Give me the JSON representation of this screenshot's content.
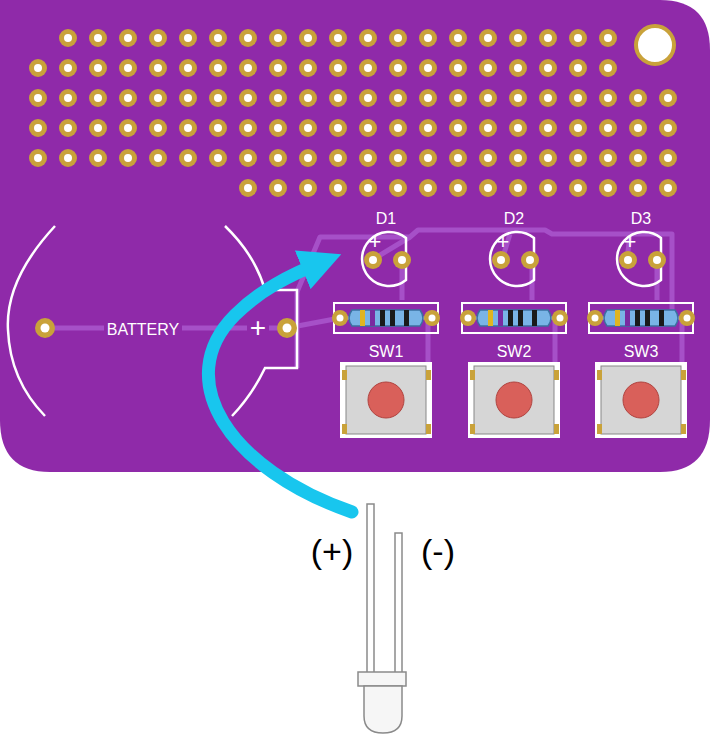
{
  "diagram": {
    "labels": [
      "D1",
      "+",
      "D2",
      "+",
      "D3",
      "+",
      "BATTERY",
      "+",
      "SW1",
      "SW2",
      "SW3",
      "(+)",
      "(-)"
    ]
  }
}
